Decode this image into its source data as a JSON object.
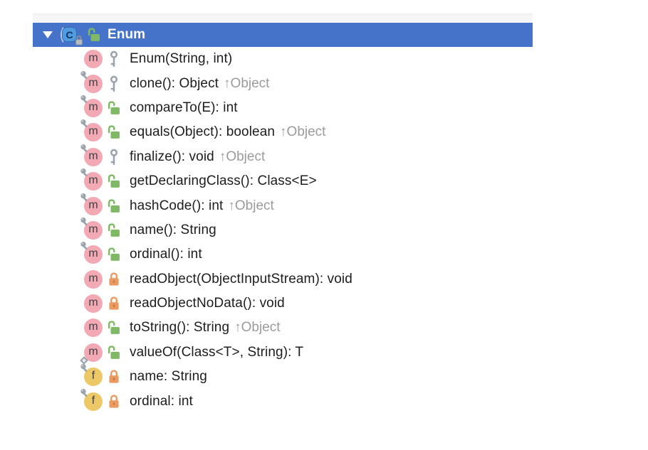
{
  "panel": {
    "header": {
      "label": "Enum",
      "expanded": true,
      "badge": "C",
      "visibility": "public"
    },
    "members": [
      {
        "label": "Enum(String, int)",
        "suffix": null,
        "kind": "method",
        "badge": "m",
        "visibility": "protected",
        "modifier": null
      },
      {
        "label": "clone(): Object",
        "suffix": "↑Object",
        "kind": "method",
        "badge": "m",
        "visibility": "protected",
        "modifier": "final"
      },
      {
        "label": "compareTo(E): int",
        "suffix": null,
        "kind": "method",
        "badge": "m",
        "visibility": "public",
        "modifier": "final"
      },
      {
        "label": "equals(Object): boolean",
        "suffix": "↑Object",
        "kind": "method",
        "badge": "m",
        "visibility": "public",
        "modifier": "final"
      },
      {
        "label": "finalize(): void",
        "suffix": "↑Object",
        "kind": "method",
        "badge": "m",
        "visibility": "protected",
        "modifier": "final"
      },
      {
        "label": "getDeclaringClass(): Class<E>",
        "suffix": null,
        "kind": "method",
        "badge": "m",
        "visibility": "public",
        "modifier": "final"
      },
      {
        "label": "hashCode(): int",
        "suffix": "↑Object",
        "kind": "method",
        "badge": "m",
        "visibility": "public",
        "modifier": "final"
      },
      {
        "label": "name(): String",
        "suffix": null,
        "kind": "method",
        "badge": "m",
        "visibility": "public",
        "modifier": "final"
      },
      {
        "label": "ordinal(): int",
        "suffix": null,
        "kind": "method",
        "badge": "m",
        "visibility": "public",
        "modifier": "final"
      },
      {
        "label": "readObject(ObjectInputStream): void",
        "suffix": null,
        "kind": "method",
        "badge": "m",
        "visibility": "private",
        "modifier": null
      },
      {
        "label": "readObjectNoData(): void",
        "suffix": null,
        "kind": "method",
        "badge": "m",
        "visibility": "private",
        "modifier": null
      },
      {
        "label": "toString(): String",
        "suffix": "↑Object",
        "kind": "method",
        "badge": "m",
        "visibility": "public",
        "modifier": null
      },
      {
        "label": "valueOf(Class<T>, String): T",
        "suffix": null,
        "kind": "method",
        "badge": "m",
        "visibility": "public",
        "modifier": "static"
      },
      {
        "label": "name: String",
        "suffix": null,
        "kind": "field",
        "badge": "f",
        "visibility": "private",
        "modifier": "final"
      },
      {
        "label": "ordinal: int",
        "suffix": null,
        "kind": "field",
        "badge": "f",
        "visibility": "private",
        "modifier": "final"
      }
    ]
  },
  "colors": {
    "selection_background": "#4473c9",
    "selection_text": "#ffffff",
    "method_badge": "#f3a9b4",
    "field_badge": "#ecc867",
    "public_lock_green": "#7fb966",
    "private_lock_orange": "#ea9b61",
    "protected_key_gray": "#9aa2ac",
    "member_text": "#1d1d1f",
    "inherited_text": "#9b9b9b",
    "class_icon_blue": "#4f9be2"
  }
}
